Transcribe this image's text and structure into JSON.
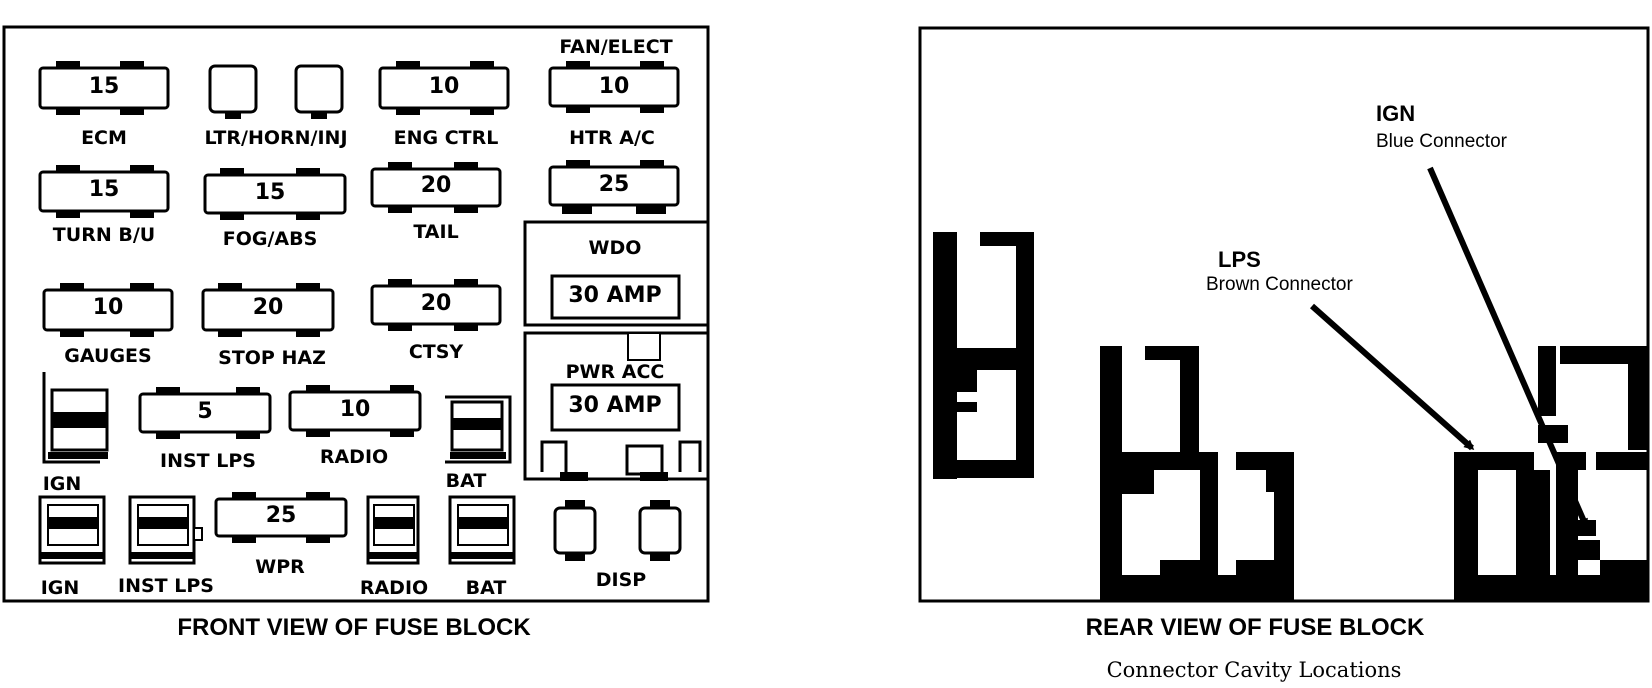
{
  "front": {
    "caption": "FRONT VIEW OF FUSE BLOCK",
    "fuses": {
      "ecm": "15",
      "eng_ctrl": "10",
      "htr_ac": "10",
      "turn_bu": "15",
      "fog_abs": "15",
      "tail": "20",
      "wdo_top": "25",
      "gauges": "10",
      "stop_haz": "20",
      "ctsy": "20",
      "inst_lps": "5",
      "radio": "10",
      "wpr": "25",
      "wdo_breaker": "30 AMP",
      "pwr_acc_breaker": "30 AMP"
    },
    "labels": {
      "fan_elect": "FAN/ELECT",
      "ecm": "ECM",
      "ltr_horn_inj": "LTR/HORN/INJ",
      "eng_ctrl": "ENG CTRL",
      "htr_ac": "HTR A/C",
      "turn_bu": "TURN B/U",
      "fog_abs": "FOG/ABS",
      "tail": "TAIL",
      "wdo": "WDO",
      "gauges": "GAUGES",
      "stop_haz": "STOP HAZ",
      "ctsy": "CTSY",
      "pwr_acc": "PWR ACC",
      "inst_lps": "INST LPS",
      "radio": "RADIO",
      "ign": "IGN",
      "bat": "BAT",
      "ign_bottom": "IGN",
      "inst_lps_bottom": "INST LPS",
      "wpr": "WPR",
      "radio_bottom": "RADIO",
      "bat_bottom": "BAT",
      "disp": "DISP"
    }
  },
  "rear": {
    "caption": "REAR VIEW OF FUSE BLOCK",
    "subcaption": "Connector Cavity Locations",
    "ign": {
      "title": "IGN",
      "connector": "Blue Connector"
    },
    "lps": {
      "title": "LPS",
      "connector": "Brown Connector"
    }
  }
}
